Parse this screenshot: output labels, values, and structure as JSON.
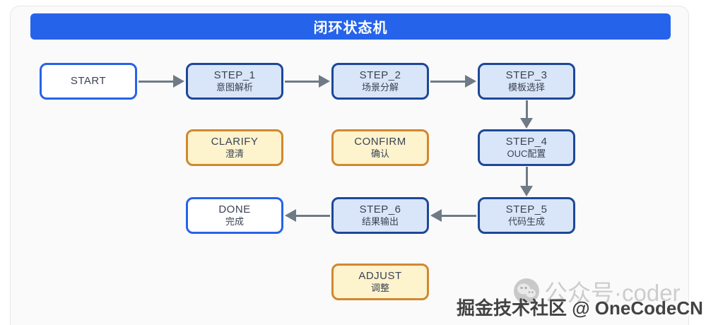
{
  "header": {
    "title": "闭环状态机"
  },
  "nodes": {
    "start": {
      "title": "START",
      "subtitle": ""
    },
    "step1": {
      "title": "STEP_1",
      "subtitle": "意图解析"
    },
    "step2": {
      "title": "STEP_2",
      "subtitle": "场景分解"
    },
    "step3": {
      "title": "STEP_3",
      "subtitle": "模板选择"
    },
    "clarify": {
      "title": "CLARIFY",
      "subtitle": "澄清"
    },
    "confirm": {
      "title": "CONFIRM",
      "subtitle": "确认"
    },
    "step4": {
      "title": "STEP_4",
      "subtitle": "OUC配置"
    },
    "step5": {
      "title": "STEP_5",
      "subtitle": "代码生成"
    },
    "step6": {
      "title": "STEP_6",
      "subtitle": "结果输出"
    },
    "done": {
      "title": "DONE",
      "subtitle": "完成"
    },
    "adjust": {
      "title": "ADJUST",
      "subtitle": "调整"
    }
  },
  "edges": [
    {
      "from": "START",
      "to": "STEP_1",
      "direction": "right"
    },
    {
      "from": "STEP_1",
      "to": "STEP_2",
      "direction": "right"
    },
    {
      "from": "STEP_2",
      "to": "STEP_3",
      "direction": "right"
    },
    {
      "from": "STEP_3",
      "to": "STEP_4",
      "direction": "down"
    },
    {
      "from": "STEP_4",
      "to": "STEP_5",
      "direction": "down"
    },
    {
      "from": "STEP_5",
      "to": "STEP_6",
      "direction": "left"
    },
    {
      "from": "STEP_6",
      "to": "DONE",
      "direction": "left"
    }
  ],
  "watermark": {
    "overlay": "公众号·coder",
    "credit": "掘金技术社区 @ OneCodeCN"
  },
  "colors": {
    "header_bg": "#2563eb",
    "terminal_border": "#2563eb",
    "state_fill": "#d9e5f8",
    "state_border": "#1d4899",
    "action_fill": "#fdf3cd",
    "action_border": "#d1882f",
    "arrow": "#6f7a87",
    "card_bg": "#fafafa"
  }
}
